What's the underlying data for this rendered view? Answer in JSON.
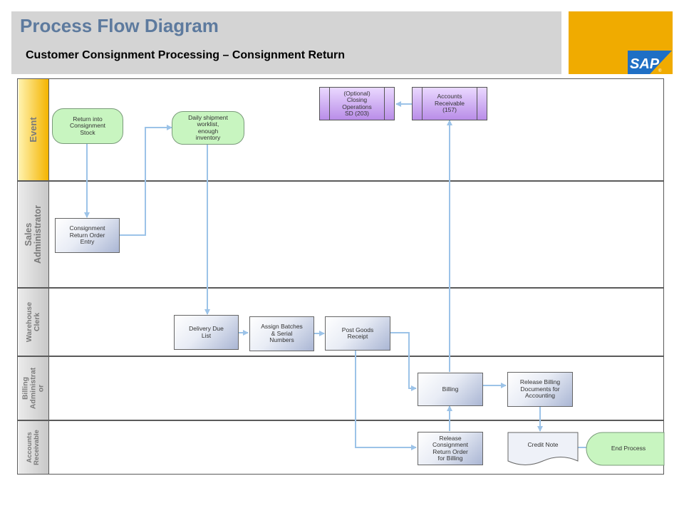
{
  "header": {
    "title": "Process Flow Diagram",
    "subtitle": "Customer Consignment Processing – Consignment Return",
    "logo_text": "SAP"
  },
  "lanes": [
    {
      "label": "Event"
    },
    {
      "label": "Sales\nAdministrator"
    },
    {
      "label": "Warehouse\nClerk"
    },
    {
      "label": "Billing\nAdministrat\nor"
    },
    {
      "label": "Accounts\nReceivable"
    }
  ],
  "nodes": {
    "return_into_stock": "Return into\nConsignment\nStock",
    "daily_worklist": "Daily shipment\nworklist,\nenough\ninventory",
    "closing_ops": "(Optional)\nClosing\nOperations\nSD (203)",
    "accounts_receivable": "Accounts\nReceivable\n(157)",
    "return_order_entry": "Consignment\nReturn Order\nEntry",
    "delivery_due_list": "Delivery Due\nList",
    "assign_batches": "Assign Batches\n& Serial\nNumbers",
    "post_goods_receipt": "Post Goods\nReceipt",
    "billing": "Billing",
    "release_billing": "Release Billing\nDocuments for\nAccounting",
    "release_return_order": "Release\nConsignment\nReturn Order\nfor Billing",
    "credit_note": "Credit Note",
    "end_process": "End Process"
  },
  "colors": {
    "header_bg": "#d4d4d4",
    "title": "#5d7a9e",
    "logo_bg": "#f0ab00",
    "logo_blue": "#1f6fc5",
    "event_green": "#c8f5c0",
    "subprocess_purple": "#c9a6f2",
    "connector": "#9cc3e8"
  }
}
